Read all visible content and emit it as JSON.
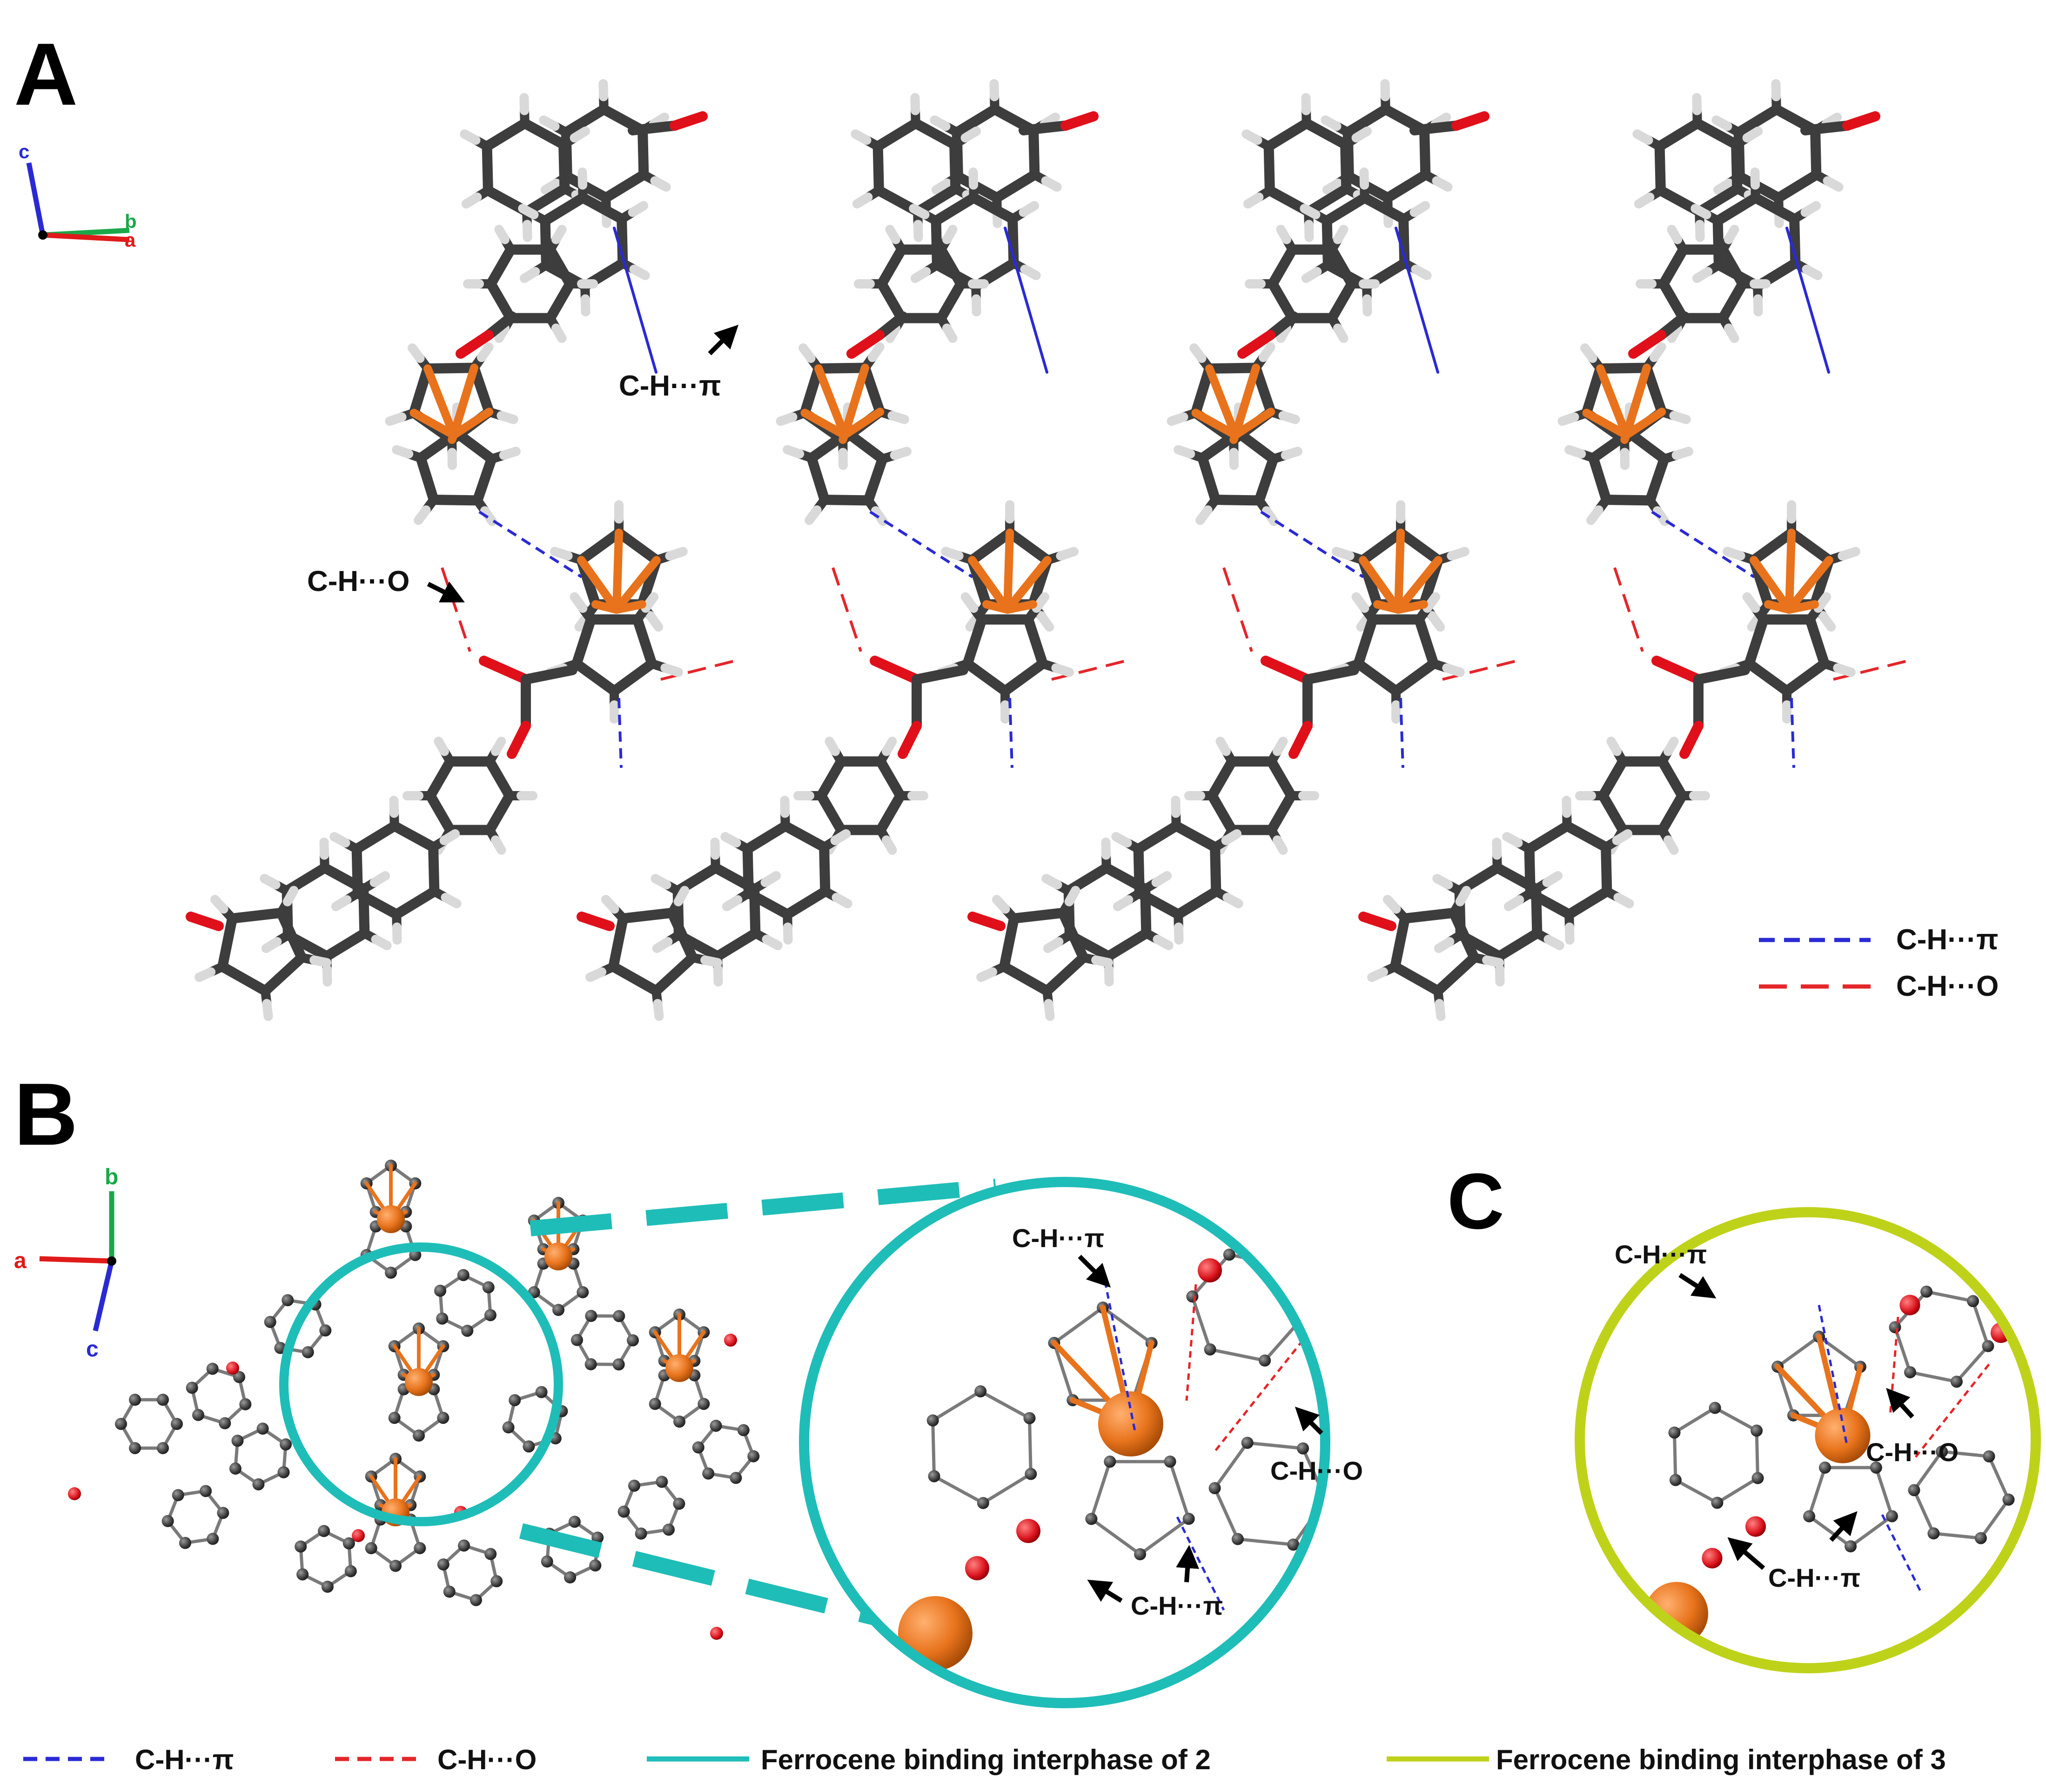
{
  "panels": {
    "a": {
      "letter": "A"
    },
    "b": {
      "letter": "B"
    },
    "c": {
      "letter": "C"
    }
  },
  "axes_a": {
    "c": "c",
    "b": "b",
    "a": "a"
  },
  "axes_b": {
    "b": "b",
    "a": "a",
    "c": "c"
  },
  "labels_a": {
    "ch_pi": "C-H···π",
    "ch_o": "C-H···O"
  },
  "legend_a": {
    "ch_pi": "C-H···π",
    "ch_o": "C-H···O"
  },
  "labels_zoom2": {
    "ch_pi_top": "C-H···π",
    "ch_o": "C-H···O",
    "ch_pi_bottom": "C-H···π"
  },
  "labels_zoom3": {
    "ch_pi_top": "C-H···π",
    "ch_o": "C-H···O",
    "ch_pi_bottom": "C-H···π"
  },
  "legend_bottom": {
    "ch_pi": "C-H···π",
    "ch_o": "C-H···O",
    "interphase_2": "Ferrocene binding interphase of  2",
    "interphase_3": "Ferrocene binding interphase of 3"
  },
  "colors": {
    "carbon": "#3d3d3d",
    "hydrogen": "#d9d9d9",
    "oxygen": "#e0101a",
    "iron": "#e8731c",
    "ch_pi_line": "#2a2ad4",
    "ch_o_line": "#e4262a",
    "interphase_2": "#1fbdb8",
    "interphase_3": "#bfd21a",
    "axis_a": "#e01a1a",
    "axis_b": "#1aa84a",
    "axis_c": "#2a2ad4"
  }
}
